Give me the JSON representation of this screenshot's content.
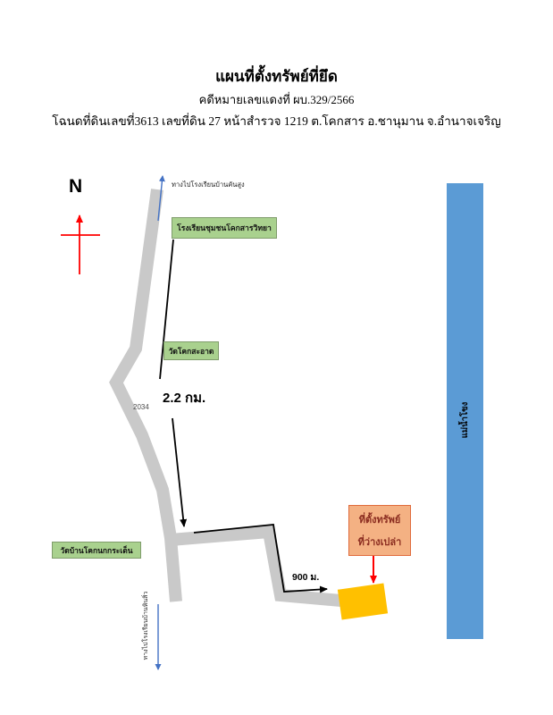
{
  "header": {
    "title": "แผนที่ตั้งทรัพย์ที่ยึด",
    "case_line": "คดีหมายเลขแดงที่ ผบ.329/2566",
    "deed_line": "โฉนดที่ดินเลขที่3613  เลขที่ดิน 27 หน้าสำรวจ 1219 ต.โคกสาร อ.ชานุมาน จ.อำนาจเจริญ"
  },
  "compass": {
    "label": "N"
  },
  "map": {
    "road_number": "2034",
    "distance_main": "2.2 กม.",
    "distance_branch": "900 ม.",
    "direction_top": "ทางไปโรงเรียนบ้านคันสูง",
    "direction_bottom": "ทางไปโรงเรียนบ้านหินสิ่ว",
    "river_name": "แม่น้ำโขง",
    "places": {
      "school": "โรงเรียนชุมชนโคกสารวิทยา",
      "temple1": "วัดโคกสะอาด",
      "temple2": "วัดบ้านโคกนกกระเต็น"
    },
    "property": {
      "line1": "ที่ตั้งทรัพย์",
      "line2": "ที่ว่างเปล่า"
    }
  },
  "colors": {
    "road": "#c9c9c9",
    "place_fill": "#a9d18e",
    "property_fill": "#f4b183",
    "parcel_fill": "#ffc000",
    "river_fill": "#5b9bd5",
    "route_arrow": "#000000",
    "direction_arrow": "#4472c4",
    "pointer_arrow": "#ff0000"
  }
}
